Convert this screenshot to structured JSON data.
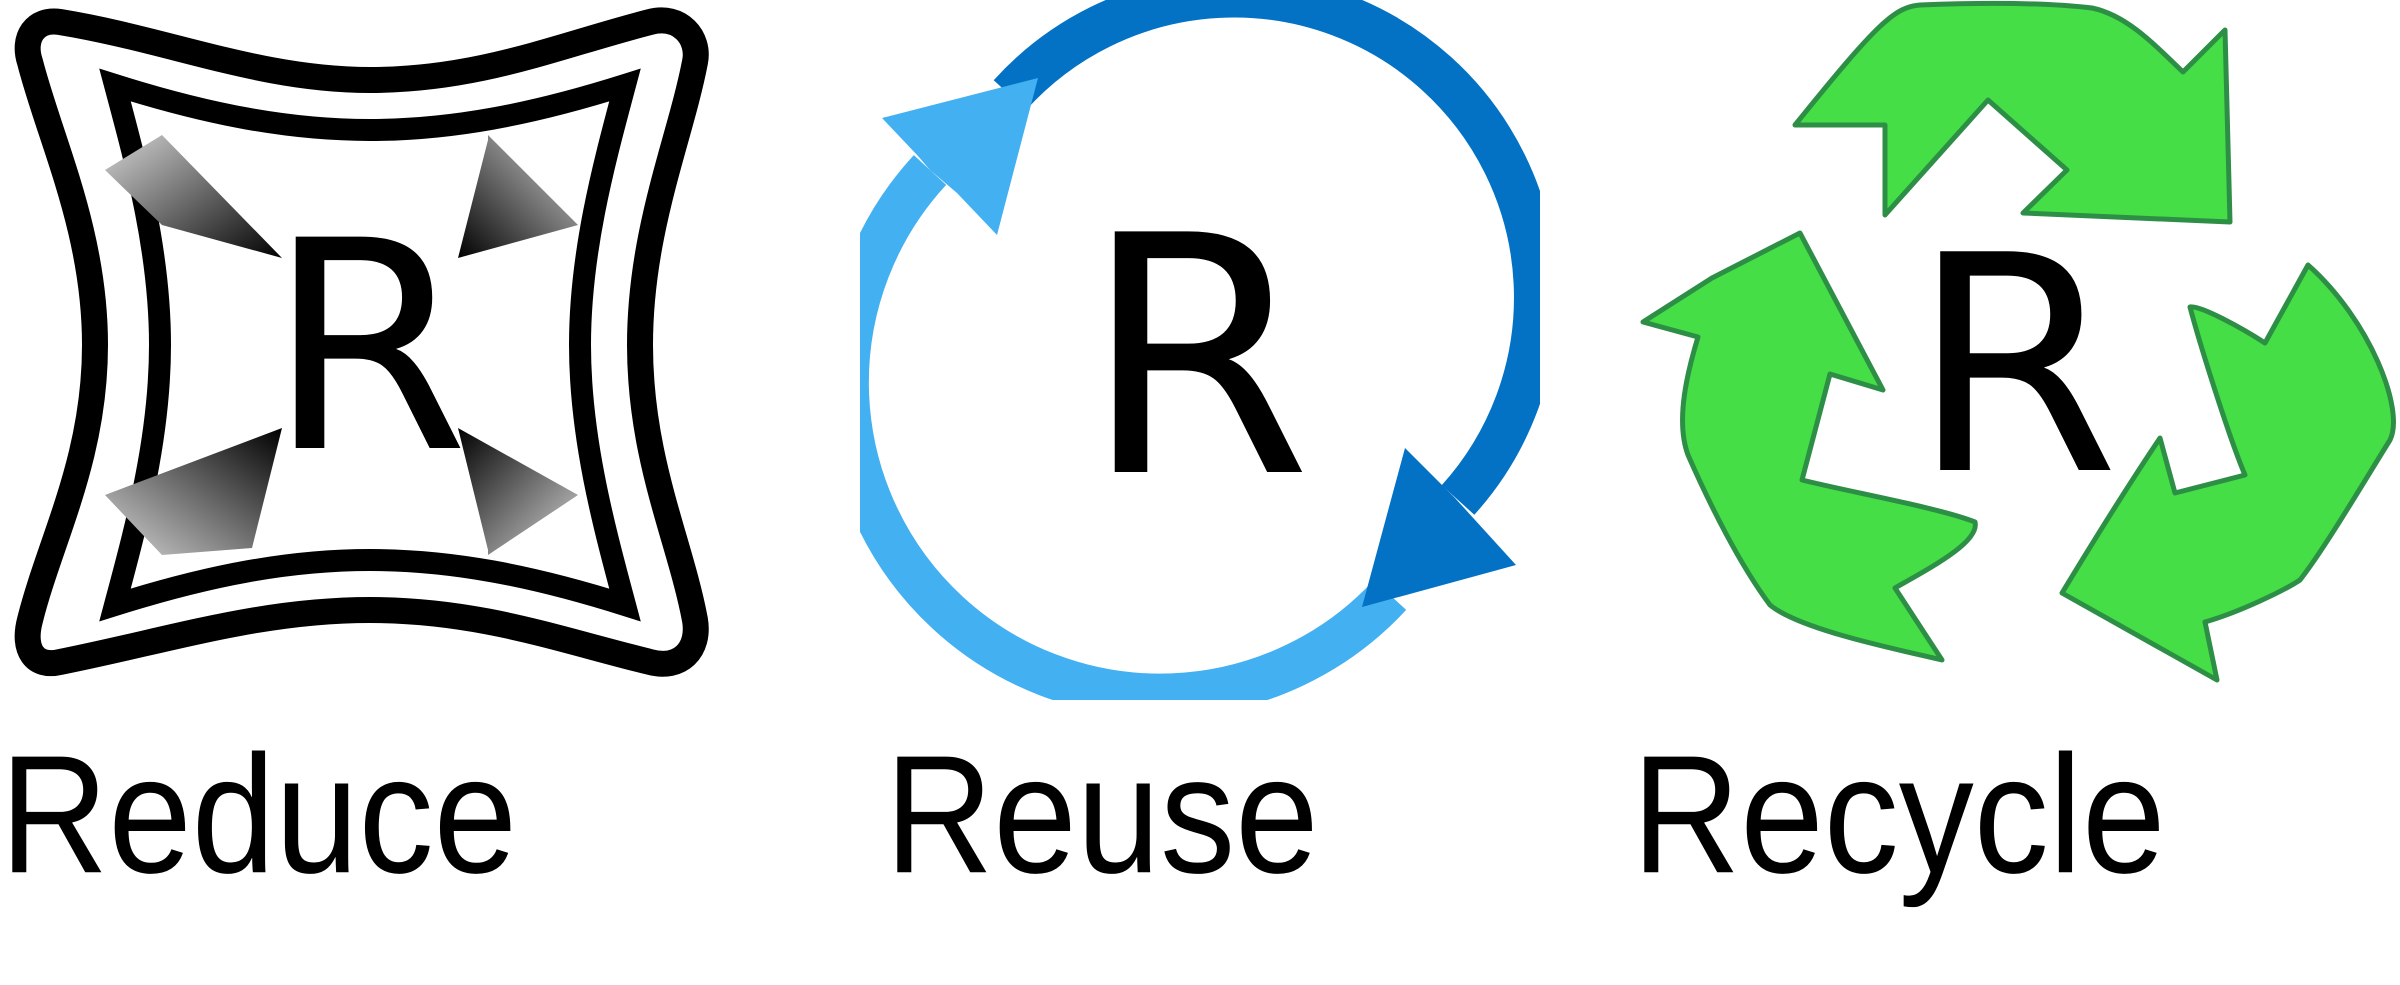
{
  "panels": [
    {
      "id": "reduce",
      "icon": "shrink-frame-icon",
      "letter": "R",
      "caption": "Reduce",
      "colors": {
        "stroke": "#000000",
        "arrow_dark": "#000000",
        "arrow_light": "#c8c8c8"
      }
    },
    {
      "id": "reuse",
      "icon": "circular-arrows-icon",
      "letter": "R",
      "caption": "Reuse",
      "colors": {
        "arc_dark": "#0372c5",
        "arc_light": "#43b0f1"
      }
    },
    {
      "id": "recycle",
      "icon": "recycle-arrows-icon",
      "letter": "R",
      "caption": "Recycle",
      "colors": {
        "fill": "#46de46",
        "stroke": "#2d8f45"
      }
    }
  ]
}
